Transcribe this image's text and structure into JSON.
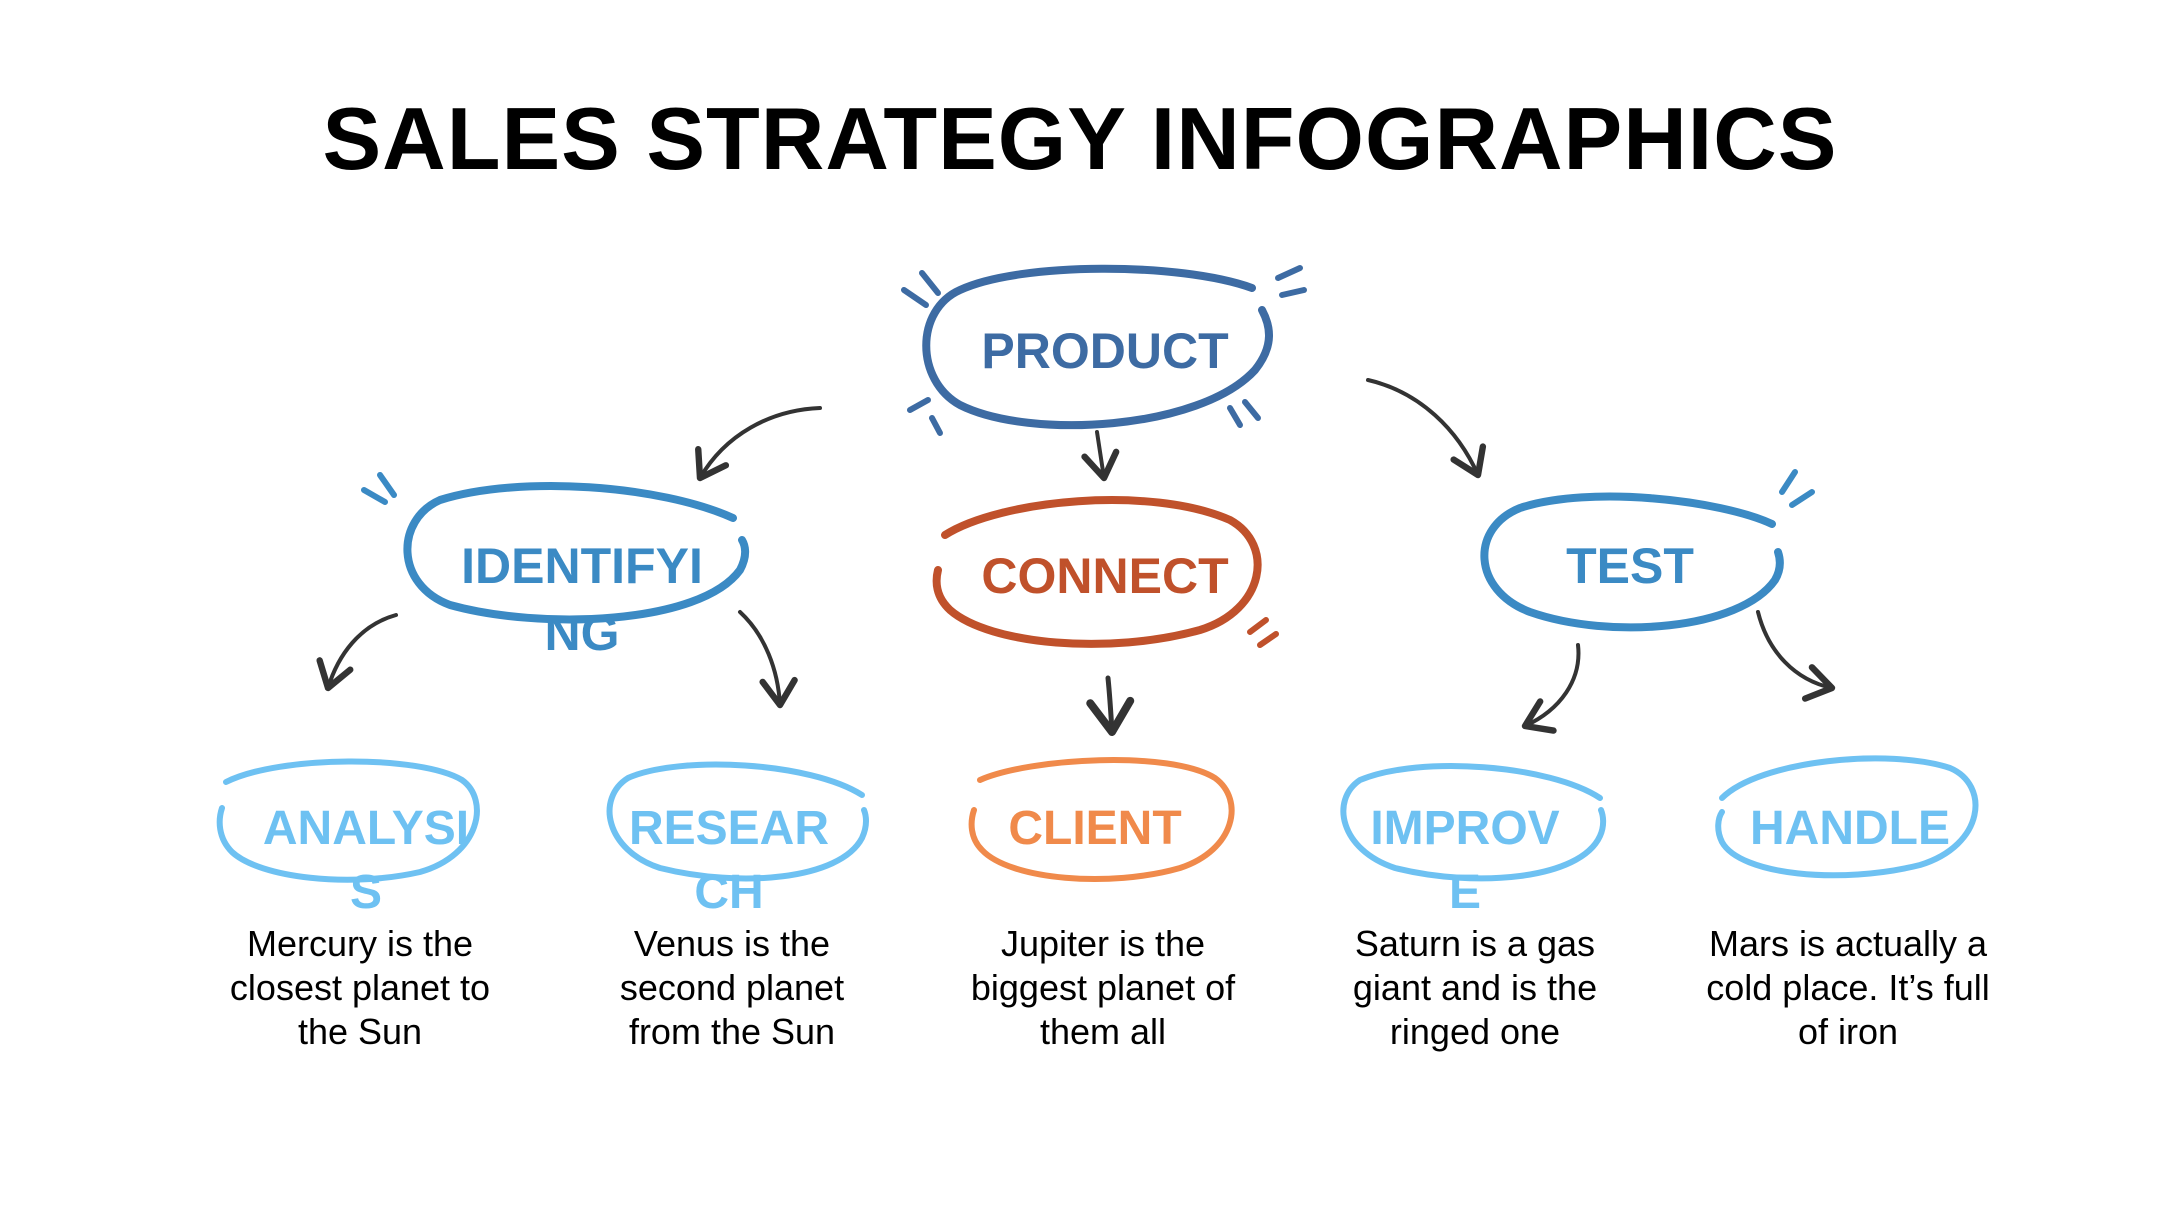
{
  "title": "SALES STRATEGY INFOGRAPHICS",
  "colors": {
    "product": "#3d6ba3",
    "level1_blue": "#3b8ac4",
    "connect": "#c0512b",
    "level2_blue": "#6ec1f2",
    "client": "#f08a4b",
    "arrow": "#333333",
    "text": "#000000"
  },
  "nodes": {
    "product": {
      "label": "PRODUCT"
    },
    "identifying": {
      "label": "IDENTIFYING"
    },
    "connect": {
      "label": "CONNECT"
    },
    "test": {
      "label": "TEST"
    },
    "analysis": {
      "label": "ANALYSIS",
      "description": "Mercury is the closest planet to the Sun"
    },
    "research": {
      "label": "RESEARCH",
      "description": "Venus is the second planet from the Sun"
    },
    "client": {
      "label": "CLIENT",
      "description": "Jupiter is the biggest planet of them all"
    },
    "improve": {
      "label": "IMPROVE",
      "description": "Saturn is a gas giant and is the ringed one"
    },
    "handle": {
      "label": "HANDLE",
      "description": "Mars is actually a cold place. It’s full of iron"
    }
  }
}
